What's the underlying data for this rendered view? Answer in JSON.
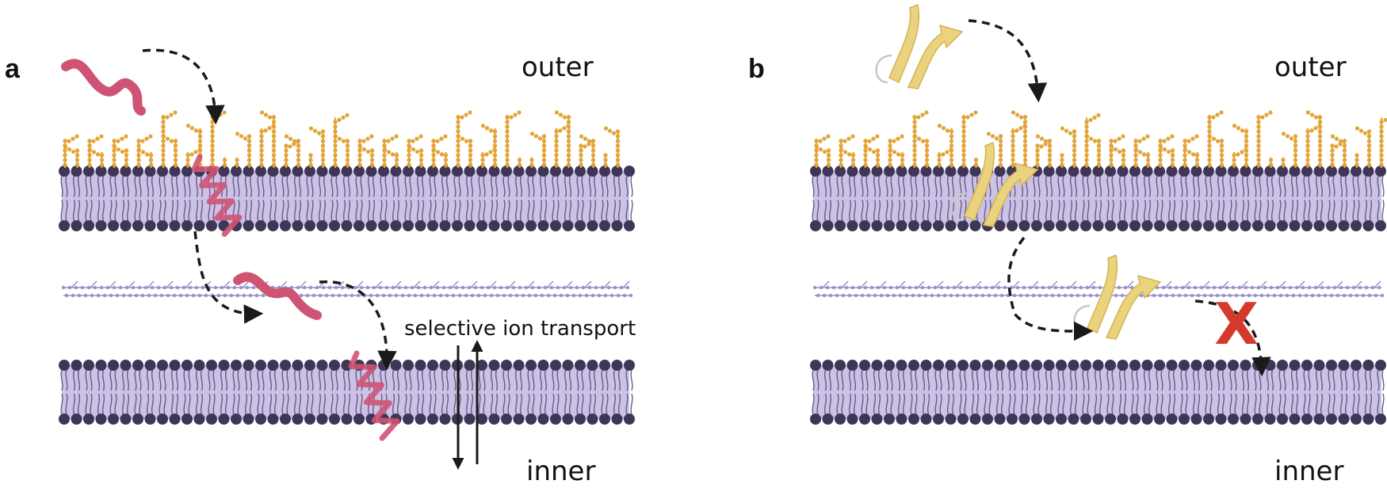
{
  "panels": [
    {
      "letter": "a",
      "outer_label": "outer",
      "inner_label": "inner",
      "annotation": "selective ion transport"
    },
    {
      "letter": "b",
      "outer_label": "outer",
      "inner_label": "inner",
      "blocked_mark": "X"
    }
  ],
  "colors": {
    "lipid_head": "#3f3556",
    "lipid_tail": "#6a5c8a",
    "bilayer_fill": "#cbc2e6",
    "glycan": "#e3a53a",
    "peptidoglycan": "#9a8fcc",
    "peptide_a": "#cf5474",
    "peptide_b": "#ead27e",
    "peptide_b_edge": "#d4b452",
    "blocked": "#d33a2c",
    "arrow": "#1a1a1a"
  }
}
